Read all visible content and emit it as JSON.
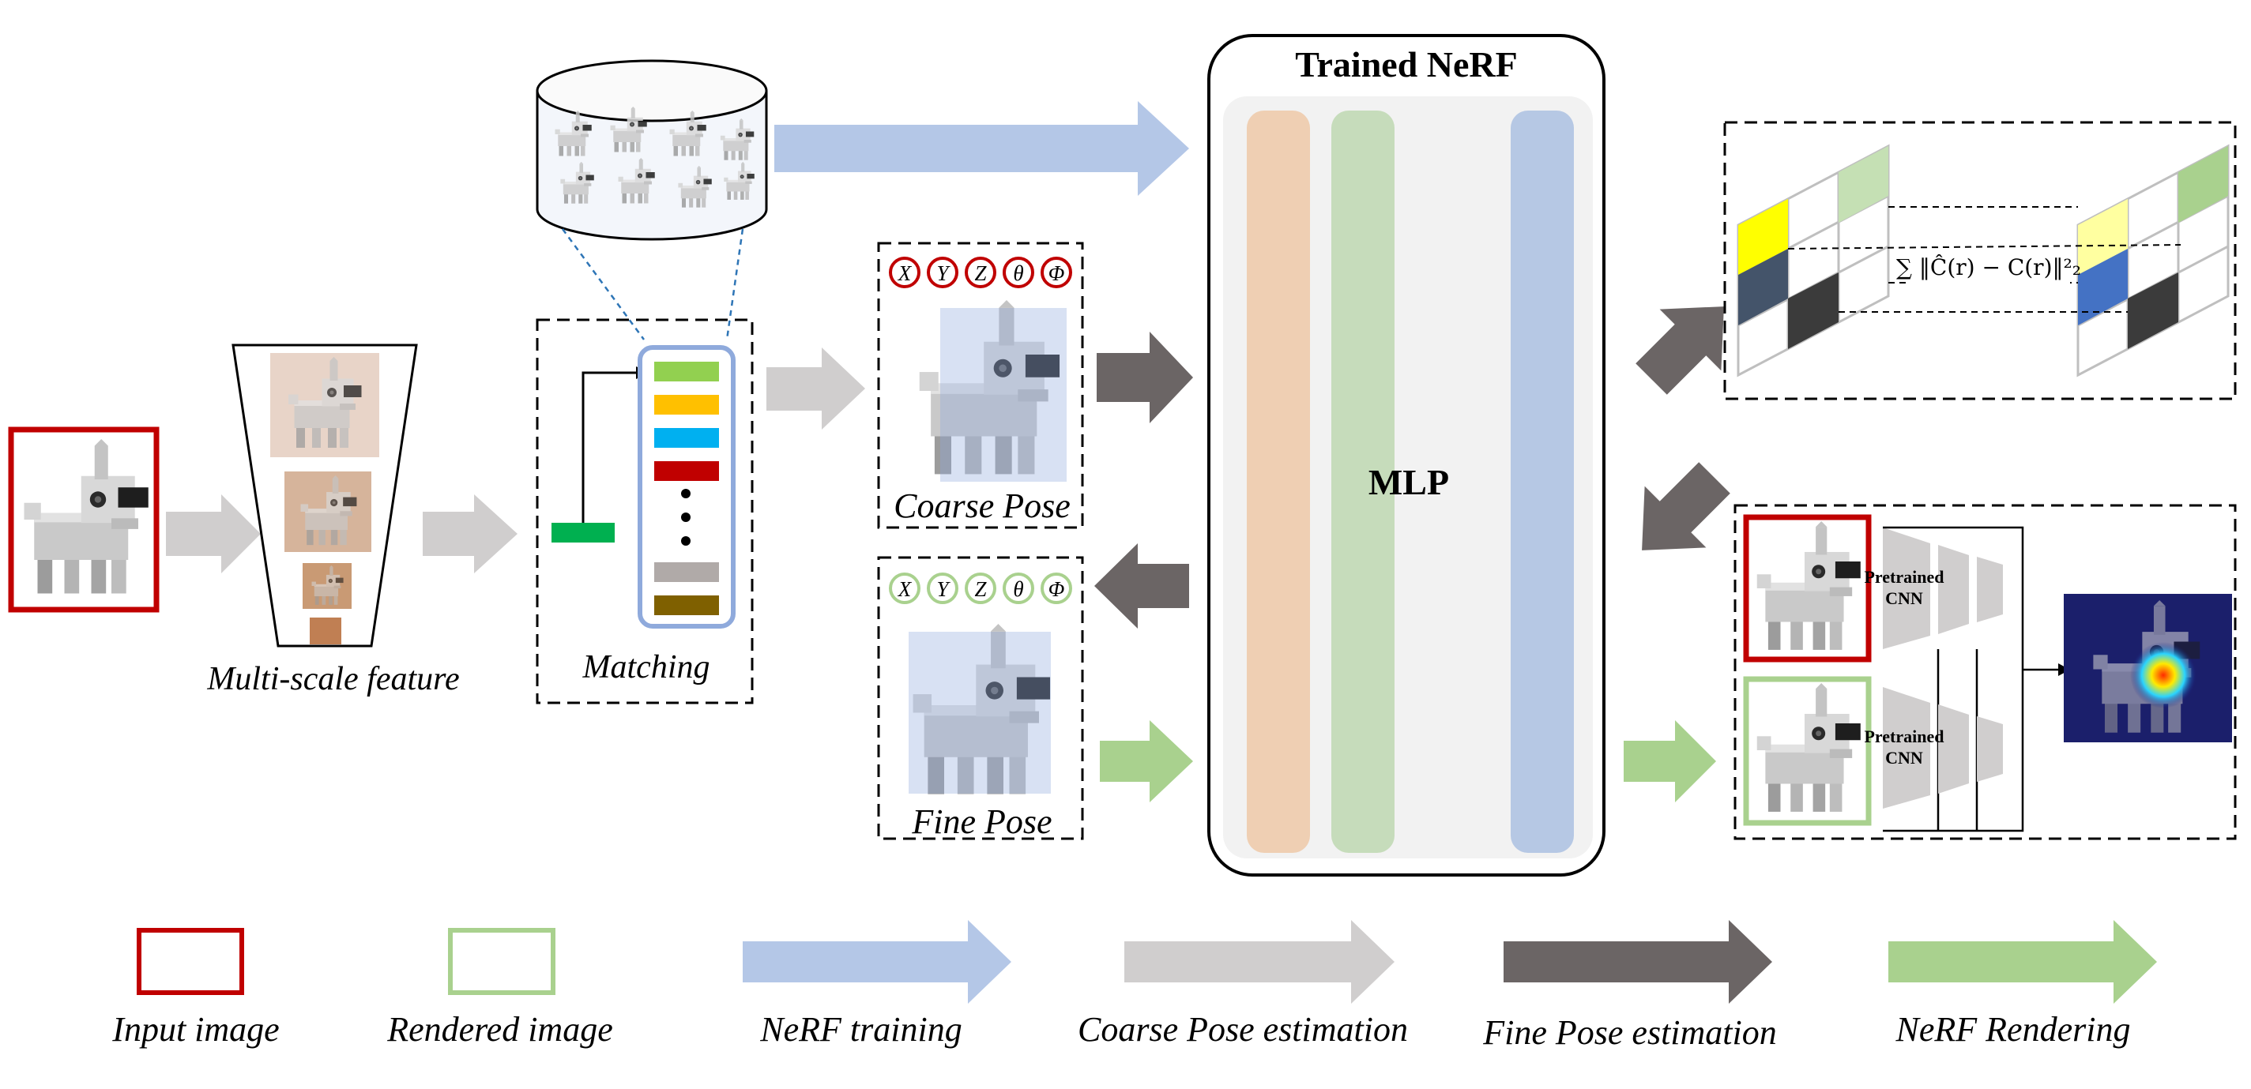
{
  "nerf": {
    "title": "Trained NeRF",
    "mlp_label": "MLP",
    "column_colors": [
      "#efcfb3",
      "#c6dcbb",
      "#b6c8e4"
    ]
  },
  "labels": {
    "multiscale": "Multi-scale feature",
    "matching": "Matching",
    "coarse": "Coarse Pose",
    "fine": "Fine Pose"
  },
  "pose_params": [
    "X",
    "Y",
    "Z",
    "θ",
    "Φ"
  ],
  "loss_formula": "∑ ‖Ĉ(r) − C(r)‖²₂",
  "cnn_label_line1": "Pretrained",
  "cnn_label_line2": "CNN",
  "feature_colors": [
    "#92d050",
    "#ffc000",
    "#00b0f0",
    "#c00000",
    "#b0aaa8",
    "#7f6000"
  ],
  "colors": {
    "input_red": "#c00000",
    "rendered_green": "#a9d18e",
    "nerf_blue_arrow": "#b4c7e7",
    "coarse_gray_arrow": "#d0cece",
    "fine_dark_arrow": "#6b6565",
    "render_green_arrow": "#a9d18e"
  },
  "legend": {
    "input": "Input image",
    "rendered": "Rendered image",
    "nerf_training": "NeRF training",
    "coarse_est": "Coarse Pose estimation",
    "fine_est": "Fine Pose estimation",
    "nerf_rendering": "NeRF Rendering"
  }
}
